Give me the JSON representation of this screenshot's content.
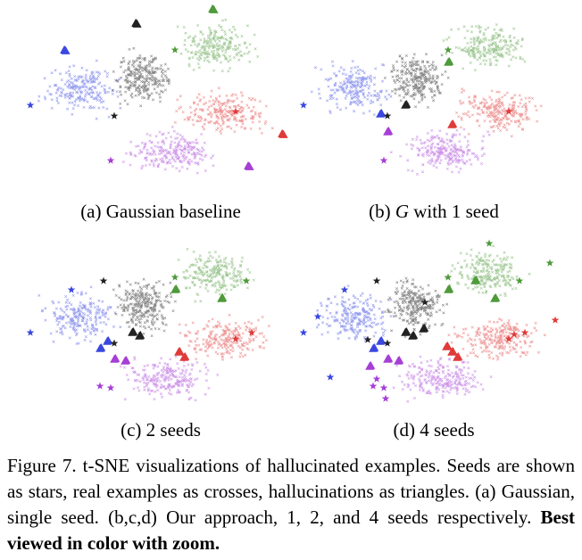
{
  "figure": {
    "panels": [
      {
        "id": "a",
        "caption_prefix": "(a)",
        "caption_text": "Gaussian baseline",
        "seeds_per_class": 1,
        "gaussian": true
      },
      {
        "id": "b",
        "caption_prefix": "(b)",
        "caption_italic": "G",
        "caption_text": "with 1 seed",
        "seeds_per_class": 1,
        "gaussian": false
      },
      {
        "id": "c",
        "caption_prefix": "(c)",
        "caption_text": "2 seeds",
        "seeds_per_class": 2,
        "gaussian": false
      },
      {
        "id": "d",
        "caption_prefix": "(d)",
        "caption_text": "4 seeds",
        "seeds_per_class": 4,
        "gaussian": false
      }
    ],
    "colors": {
      "blue": "#3b48e0",
      "black": "#222222",
      "green": "#4f9a3a",
      "red": "#e03b3b",
      "purple": "#a63fd6"
    },
    "marker_legend": {
      "seed": "star",
      "real": "cross",
      "hallucination": "triangle"
    }
  },
  "caption": {
    "label": "Figure 7.",
    "text": "t-SNE visualizations of hallucinated examples. Seeds are shown as stars, real examples as crosses, hallucinations as triangles. (a) Gaussian, single seed. (b,c,d) Our approach, 1, 2, and 4 seeds respectively.",
    "bold": "Best viewed in color with zoom."
  }
}
